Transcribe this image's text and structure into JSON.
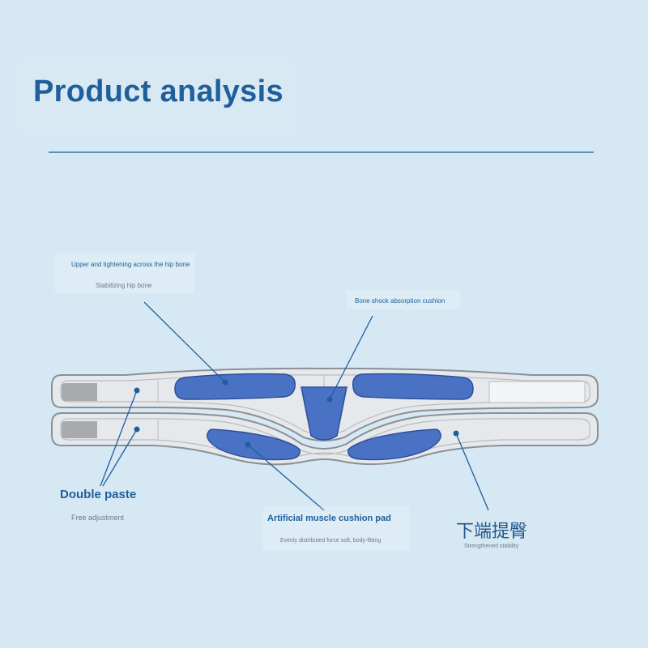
{
  "page": {
    "title": "Product analysis"
  },
  "labels": {
    "upper_strap": "Upper and tightening across the hip bone",
    "upper_strap_sub": "Stabilizing hip bone",
    "bone_shock": "Bone shock absorption cushion",
    "double_paste": "Double paste",
    "double_paste_sub": "Free adjustment",
    "muscle_pad": "Artificial muscle cushion pad",
    "muscle_pad_sub": "Evenly distributed force soft, body-fitting",
    "lower_lift": "下端提臀",
    "lower_lift_sub": "Strengthened stability"
  },
  "colors": {
    "background": "#d6e8f3",
    "accent": "#1f5f9b",
    "pad_blue": "#4a72c4",
    "belt_fill": "#e6e9ec",
    "belt_outline": "#8a8f95"
  }
}
